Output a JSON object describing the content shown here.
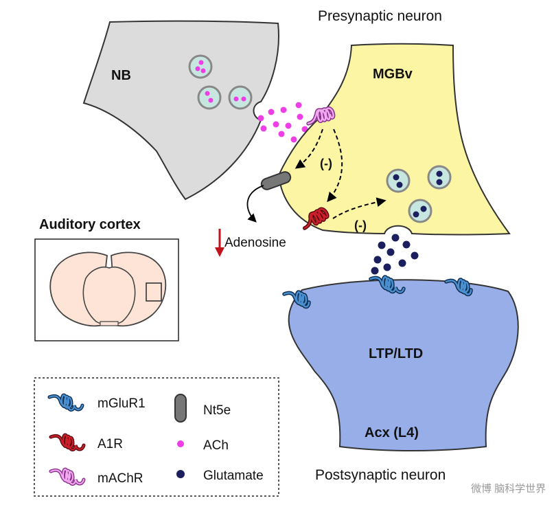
{
  "labels": {
    "presynaptic": "Presynaptic neuron",
    "postsynaptic": "Postsynaptic neuron",
    "nb": "NB",
    "mgbv": "MGBv",
    "ltp_ltd": "LTP/LTD",
    "acx": "Acx (L4)",
    "adenosine": "Adenosine",
    "auditory_cortex": "Auditory cortex",
    "inhibit_1": "(-)",
    "inhibit_2": "(-)"
  },
  "legend": {
    "mglur1": "mGluR1",
    "a1r": "A1R",
    "machr": "mAChR",
    "nt5e": "Nt5e",
    "ach": "ACh",
    "glutamate": "Glutamate"
  },
  "watermark": "微博 脑科学世界",
  "colors": {
    "nb_fill": "#dcdcdc",
    "mgbv_fill": "#fbf5a4",
    "post_fill": "#98aee8",
    "ach": "#ee3fe6",
    "glutamate": "#1b1f5e",
    "mglur1": "#2a6fae",
    "a1r": "#cc1f2a",
    "machr": "#d650d8",
    "nt5e": "#777777",
    "vesicle_fill": "#c8e6e0",
    "vesicle_ring": "#888888",
    "down_arrow": "#c0141c"
  }
}
